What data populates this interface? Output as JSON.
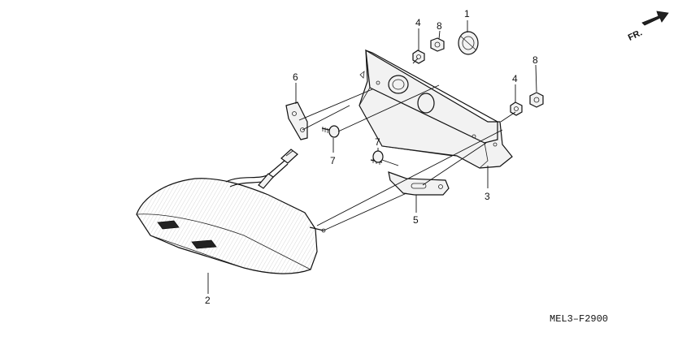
{
  "direction_arrow_label": "FR.",
  "diagram_code": "MEL3–F2900",
  "callouts": [
    {
      "id": "callout-1",
      "label": "1"
    },
    {
      "id": "callout-2",
      "label": "2"
    },
    {
      "id": "callout-3",
      "label": "3"
    },
    {
      "id": "callout-4a",
      "label": "4"
    },
    {
      "id": "callout-4b",
      "label": "4"
    },
    {
      "id": "callout-5",
      "label": "5"
    },
    {
      "id": "callout-6",
      "label": "6"
    },
    {
      "id": "callout-7a",
      "label": "7"
    },
    {
      "id": "callout-7b",
      "label": "7"
    },
    {
      "id": "callout-8a",
      "label": "8"
    },
    {
      "id": "callout-8b",
      "label": "8"
    }
  ]
}
